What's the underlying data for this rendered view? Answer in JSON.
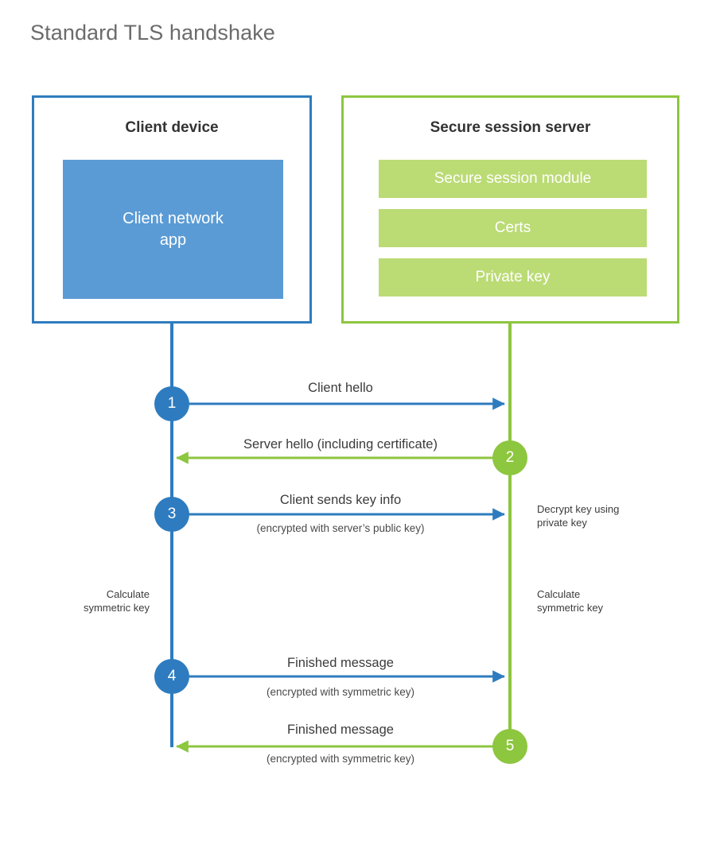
{
  "title": "Standard TLS handshake",
  "colors": {
    "client_border": "#2e7cbf",
    "client_app_fill": "#5b9bd5",
    "server_border": "#8dc63f",
    "server_item_fill": "#bbdb75",
    "client_accent": "#2e7cbf",
    "server_accent": "#8dc63f",
    "title_text": "#6b6b6b",
    "body_text": "#3b3b3b",
    "background": "#ffffff"
  },
  "client": {
    "title": "Client device",
    "app_label": "Client network\napp"
  },
  "server": {
    "title": "Secure session server",
    "items": [
      {
        "label": "Secure session module"
      },
      {
        "label": "Certs"
      },
      {
        "label": "Private key"
      }
    ]
  },
  "steps": [
    {
      "number": "1",
      "label": "Client hello",
      "sub": "",
      "direction": "client-to-server",
      "color": "#2e7cbf"
    },
    {
      "number": "2",
      "label": "Server hello (including certificate)",
      "sub": "",
      "direction": "server-to-client",
      "color": "#8dc63f"
    },
    {
      "number": "3",
      "label": "Client sends key info",
      "sub": "(encrypted with server’s public key)",
      "direction": "client-to-server",
      "color": "#2e7cbf"
    },
    {
      "number": "4",
      "label": "Finished message",
      "sub": "(encrypted with symmetric key)",
      "direction": "client-to-server",
      "color": "#2e7cbf"
    },
    {
      "number": "5",
      "label": "Finished message",
      "sub": "(encrypted with symmetric key)",
      "direction": "server-to-client",
      "color": "#8dc63f"
    }
  ],
  "notes": {
    "decrypt": "Decrypt key using\nprivate key",
    "calculate_client": "Calculate\nsymmetric key",
    "calculate_server": "Calculate\nsymmetric key"
  }
}
